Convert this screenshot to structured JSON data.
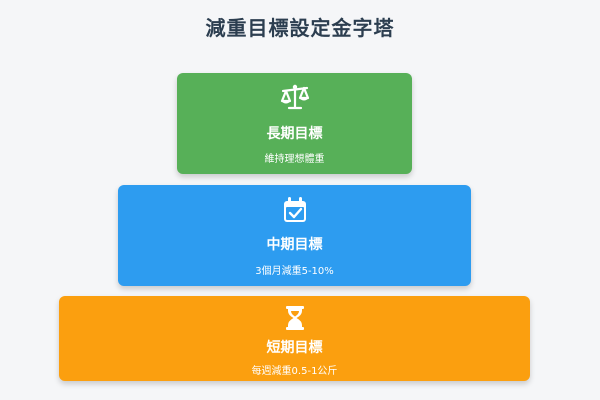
{
  "title": "減重目標設定金字塔",
  "tiers": [
    {
      "name": "長期目標",
      "description": "維持理想體重",
      "icon": "balance-scale-icon",
      "color": "#57b058"
    },
    {
      "name": "中期目標",
      "description": "3個月減重5-10%",
      "icon": "calendar-check-icon",
      "color": "#2d9cf0"
    },
    {
      "name": "短期目標",
      "description": "每週減重0.5-1公斤",
      "icon": "hourglass-icon",
      "color": "#fb9f0f"
    }
  ]
}
